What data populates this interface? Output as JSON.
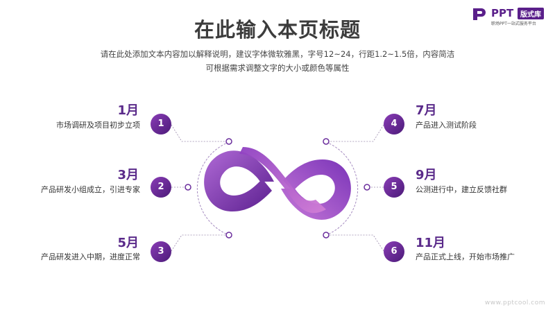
{
  "title": "在此输入本页标题",
  "subtitle_line1": "请在此处添加文本内容加以解释说明，建议字体微软雅黑，字号12~24，行距1.2~1.5倍，内容简洁",
  "subtitle_line2": "可根据需求调整文字的大小或颜色等属性",
  "logo": {
    "brand": "PPT",
    "tag": "版式库",
    "slogan": "职场PPT一站式服务平台"
  },
  "items": [
    {
      "num": "1",
      "month": "1月",
      "desc": "市场调研及项目初步立项"
    },
    {
      "num": "2",
      "month": "3月",
      "desc": "产品研发小组成立，引进专家"
    },
    {
      "num": "3",
      "month": "5月",
      "desc": "产品研发进入中期，进度正常"
    },
    {
      "num": "4",
      "month": "7月",
      "desc": "产品进入测试阶段"
    },
    {
      "num": "5",
      "month": "9月",
      "desc": "公测进行中，建立反馈社群"
    },
    {
      "num": "6",
      "month": "11月",
      "desc": "产品正式上线，开始市场推广"
    }
  ],
  "footer": "www.pptcool.com",
  "colors": {
    "accent": "#5a2a8a",
    "accent_light": "#9b4fc9"
  }
}
